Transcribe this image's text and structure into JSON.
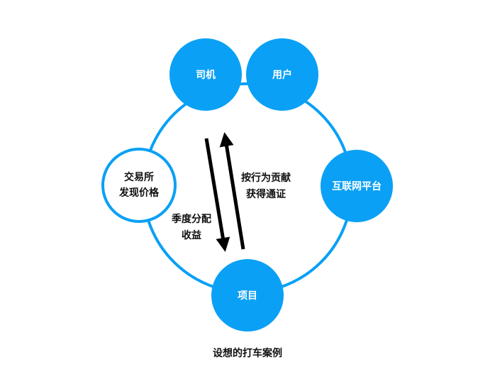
{
  "colors": {
    "accent": "#0aa0f5",
    "arrow": "#000000"
  },
  "nodes": {
    "driver": "司机",
    "user": "用户",
    "platform": "互联网平台",
    "project": "项目",
    "exchange_line1": "交易所",
    "exchange_line2": "发现价格"
  },
  "arrows": {
    "down_line1": "季度分配",
    "down_line2": "收益",
    "up_line1": "按行为贡献",
    "up_line2": "获得通证"
  },
  "caption": "设想的打车案例"
}
